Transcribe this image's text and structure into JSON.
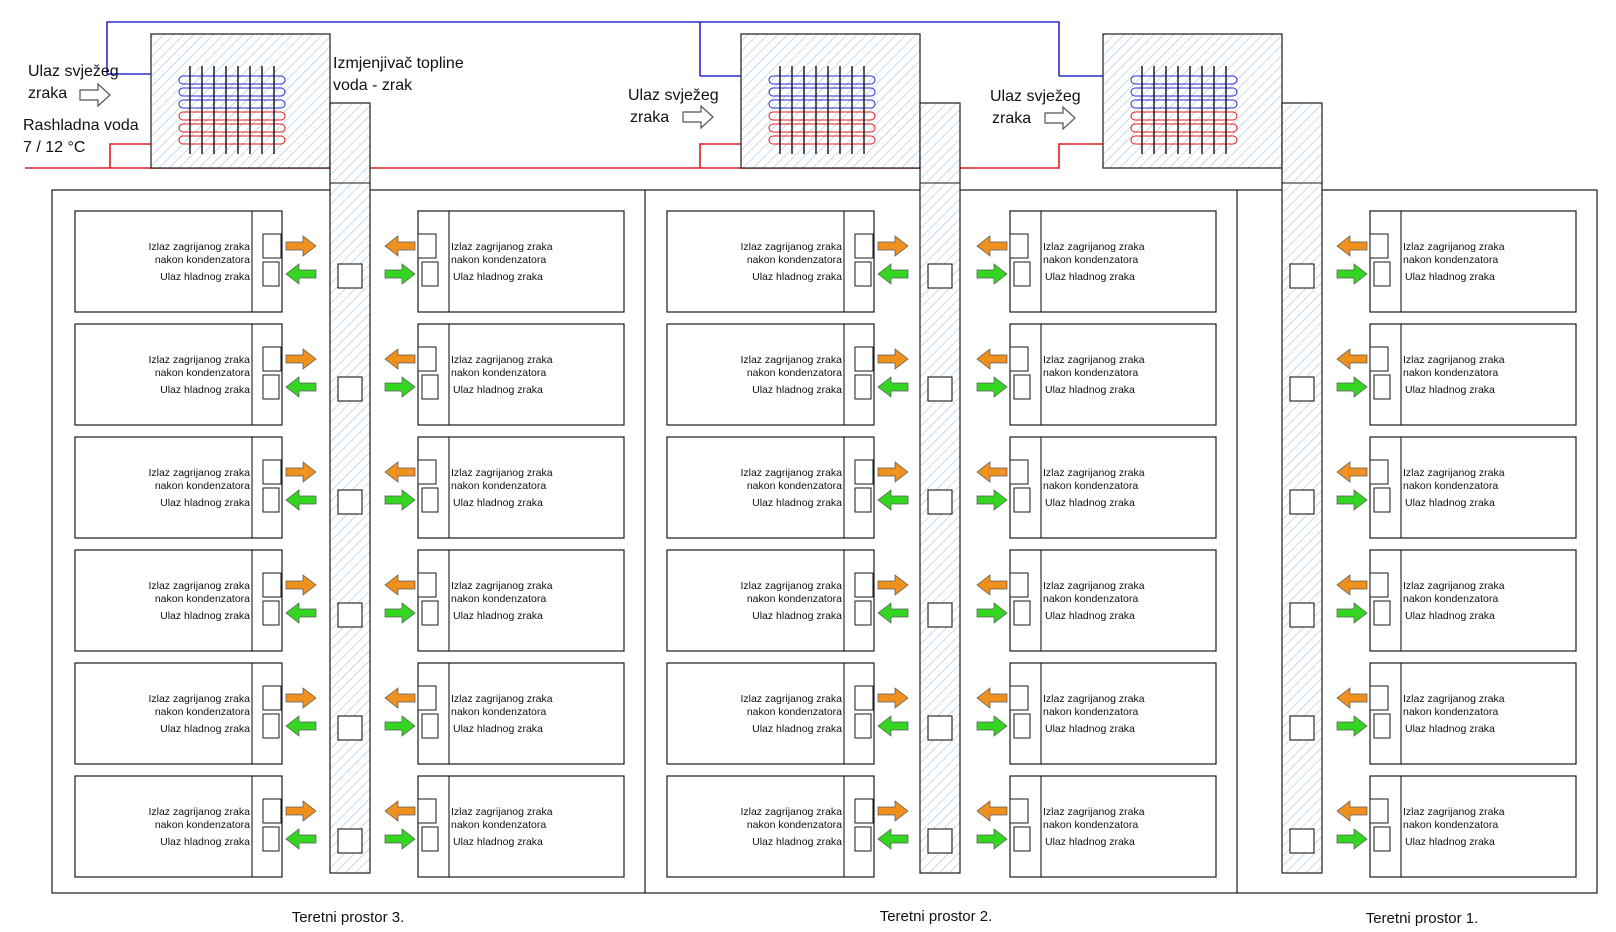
{
  "colors": {
    "supply_pipe": "#e11b1b",
    "return_pipe": "#2b2bd4",
    "warm_air_arrow": "#f0901e",
    "cold_air_arrow": "#35d622",
    "hatch": "#a8c4dc",
    "outline": "#1a1a1a"
  },
  "labels": {
    "fresh_air_inlet_line1": "Ulaz svježeg",
    "fresh_air_inlet_line2": "zraka",
    "chilled_water_line1": "Rashladna voda",
    "chilled_water_line2": "7 / 12 °C",
    "heat_exchanger_line1": "Izmjenjivač topline",
    "heat_exchanger_line2": "voda - zrak"
  },
  "unit_text": {
    "warm_out_line1": "Izlaz zagrijanog zraka",
    "warm_out_line2": "nakon kondenzatora",
    "cold_in": "Ulaz hladnog zraka"
  },
  "holds": [
    {
      "name": "Teretni prostor 3.",
      "units_per_side": 6,
      "sides": [
        "left",
        "right"
      ]
    },
    {
      "name": "Teretni prostor 2.",
      "units_per_side": 6,
      "sides": [
        "left",
        "right"
      ]
    },
    {
      "name": "Teretni prostor 1.",
      "units_per_side": 6,
      "sides": [
        "right"
      ]
    }
  ],
  "icons": {
    "fresh_air_arrow": "hollow-right-arrow-icon",
    "warm_air_arrow": "orange-arrow-icon",
    "cold_air_arrow": "green-arrow-icon",
    "heat_exchanger_coil": "coil-grid-icon",
    "duct_damper": "damper-square-icon"
  }
}
